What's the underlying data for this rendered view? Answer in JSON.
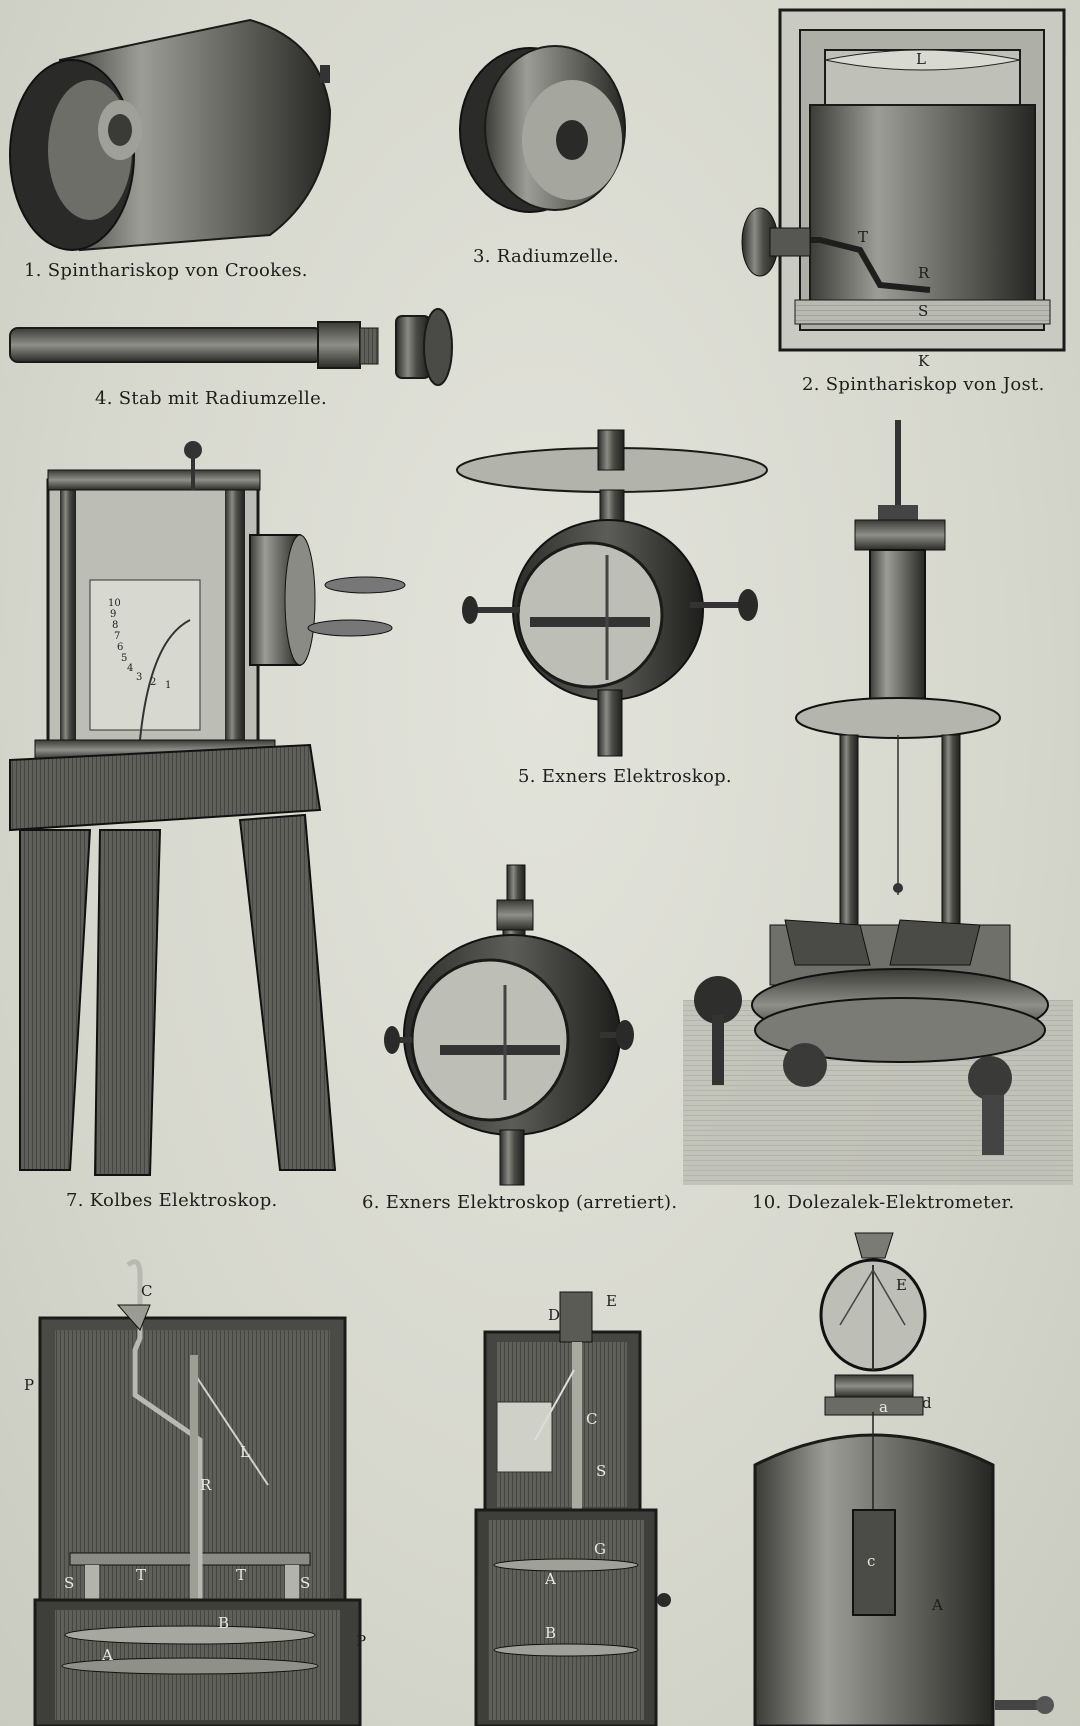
{
  "captions": {
    "fig1": "1. Spinthariskop von Crookes.",
    "fig2": "2. Spinthariskop von Jost.",
    "fig3": "3. Radiumzelle.",
    "fig4": "4. Stab mit Radiumzelle.",
    "fig5": "5. Exners Elektroskop.",
    "fig6": "6. Exners Elektroskop (arretiert).",
    "fig7": "7. Kolbes Elektroskop.",
    "fig10": "10. Dolezalek-Elektrometer."
  },
  "letters": {
    "fig2": {
      "L": "L",
      "T": "T",
      "R": "R",
      "S": "S",
      "K": "K"
    },
    "fig8": {
      "C": "C",
      "P1": "P",
      "L": "L",
      "R": "R",
      "S1": "S",
      "T1": "T",
      "T2": "T",
      "S2": "S",
      "B": "B",
      "P2": "P",
      "A": "A"
    },
    "fig9": {
      "D": "D",
      "E": "E",
      "C": "C",
      "S": "S",
      "G": "G",
      "A": "A",
      "B": "B"
    },
    "fig11": {
      "E": "E",
      "d": "d",
      "a": "a",
      "c": "c",
      "A": "A"
    }
  },
  "scale_numbers": [
    "10",
    "9",
    "8",
    "7",
    "6",
    "5",
    "4",
    "3",
    "2",
    "1"
  ]
}
